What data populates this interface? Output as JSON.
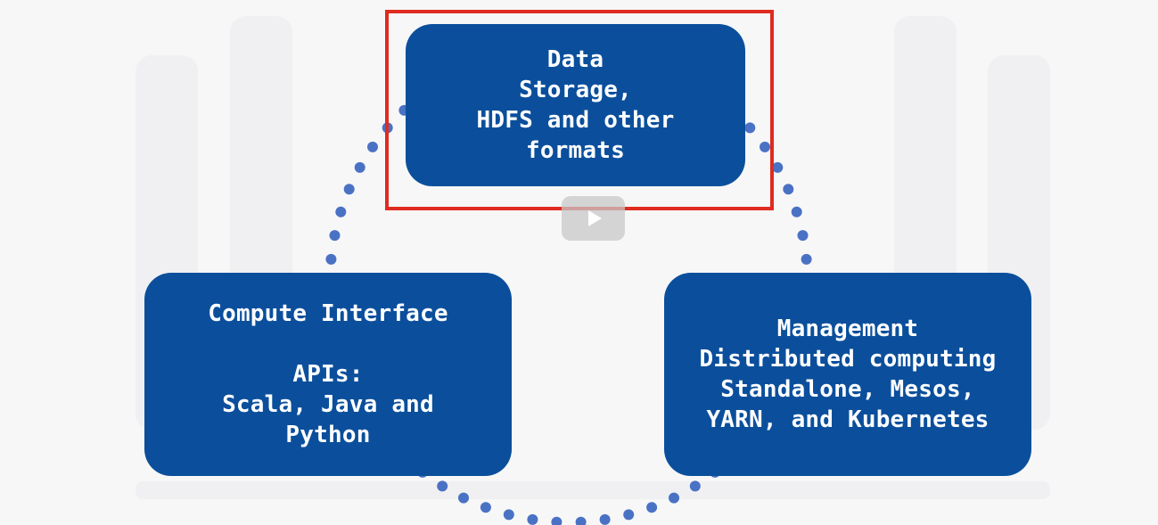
{
  "diagram": {
    "data_box": {
      "lines": [
        "Data",
        "Storage,",
        "HDFS and other",
        "formats"
      ]
    },
    "compute_box": {
      "title": "Compute Interface",
      "lines": [
        "APIs:",
        "Scala, Java and",
        "Python"
      ]
    },
    "management_box": {
      "lines": [
        "Management",
        "Distributed computing",
        "Standalone, Mesos,",
        "YARN, and Kubernetes"
      ]
    }
  },
  "colors": {
    "box_fill": "#0b4f9c",
    "ring_dots": "#4a72c4",
    "highlight_border": "#e02b20",
    "background": "#f7f7f8"
  },
  "icons": {
    "play": "play-icon"
  }
}
